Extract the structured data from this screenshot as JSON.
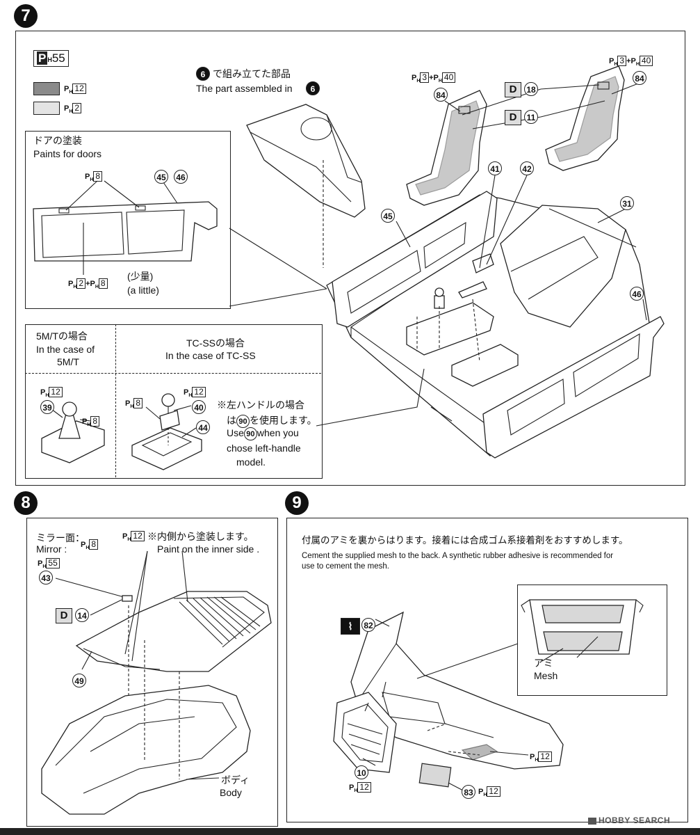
{
  "step7": {
    "number": "7",
    "paint_code": "55",
    "swatch_gray": "12",
    "swatch_light": "2",
    "assembled_ja": "で組み立てた部品",
    "assembled_ref": "6",
    "assembled_en": "The part assembled in",
    "doors_ja": "ドアの塗装",
    "doors_en": "Paints for doors",
    "doors_ph": "8",
    "doors_parts_a": "45",
    "doors_parts_b": "46",
    "doors_ph_a": "2",
    "doors_ph_b": "8",
    "doors_little_ja": "(少量)",
    "doors_little_en": "(a little)",
    "mt_ja": "5M/Tの場合",
    "mt_en1": "In the case of",
    "mt_en2": "5M/T",
    "tc_ja": "TC-SSの場合",
    "tc_en": "In the case of TC-SS",
    "mt_ph_top": "12",
    "mt_part": "39",
    "mt_ph_side": "8",
    "tc_ph_left": "8",
    "tc_ph_top": "12",
    "tc_part_a": "40",
    "tc_part_b": "44",
    "note_ja1": "※左ハンドルの場合",
    "note_ja2_pre": "は",
    "note_ref": "90",
    "note_ja2_post": "を使用します。",
    "note_en1_pre": "Use",
    "note_en1_post": "when you",
    "note_en2": "chose left-handle",
    "note_en3": "model.",
    "seat_ph_a": "3",
    "seat_ph_b": "40",
    "seat_part": "84",
    "decal_a": "18",
    "decal_b": "11",
    "part_41": "41",
    "part_42": "42",
    "part_31": "31",
    "part_45": "45",
    "part_46": "46"
  },
  "step8": {
    "number": "8",
    "mirror_ja": "ミラー面：",
    "mirror_en": "Mirror :",
    "mirror_ph": "8",
    "body_ph": "55",
    "inner_ph": "12",
    "inner_ja": "※内側から塗装します。",
    "inner_en": "Paint on the inner side .",
    "part_43": "43",
    "decal_14": "14",
    "part_49": "49",
    "body_ja": "ボディ",
    "body_en": "Body"
  },
  "step9": {
    "number": "9",
    "instr_ja": "付属のアミを裏からはります。接着には合成ゴム系接着剤をおすすめします。",
    "instr_en1": "Cement the supplied mesh to the back.  A synthetic rubber adhesive is recommended for",
    "instr_en2": "use to cement the mesh.",
    "part_82": "82",
    "mesh_ja": "アミ",
    "mesh_en": "Mesh",
    "part_10": "10",
    "ph_10": "12",
    "part_83": "83",
    "ph_83": "12",
    "ph_side": "12"
  },
  "watermark": "HOBBY SEARCH"
}
